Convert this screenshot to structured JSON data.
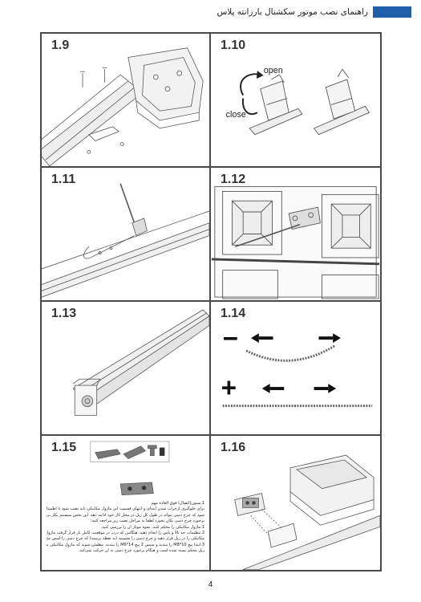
{
  "header": {
    "title": "راهنمای نصب موتور سکشنال بارزانته پلاس",
    "accent_color": "#1f5fa9"
  },
  "steps": [
    {
      "label": "1.9"
    },
    {
      "label": "1.10",
      "open_text": "open",
      "close_text": "close"
    },
    {
      "label": "1.11"
    },
    {
      "label": "1.12"
    },
    {
      "label": "1.13"
    },
    {
      "label": "1.14",
      "minus_text": "−",
      "plus_text": "+"
    },
    {
      "label": "1.15"
    },
    {
      "label": "1.16"
    }
  ],
  "note": {
    "lines": [
      "1.ستون(اتصال) فوق العاده مهم",
      "برای جلوگیری ازخراب شدن ابتدای و انتهای قسمت این ماژول مکانیکی باید نصب شود تا اطمینان حاصل",
      "شود که چرخ دسی بتواند در طول کل ریل در محل کار خود ادامه دهد. این بخش سیستم بکار برده شده که ماژول",
      "برخورد چرخ دسی نکان بخورد لطفاً به مراحل نصب زیر مراجعه کنید:",
      "1.ماژول مکانیکی را محکم کنید. نحوه موتاژ آن را بررسی کنید.",
      "2.تنظیمات حد بالا و پایین را انجام دهید. هنگامی که درب در موقعیت کامل باز قرار گرفت ماژول",
      "مکانیکی را در ریل قرار دهید و چرخ دسی را بچسبید (به نقطه برسید) که چرخ دسی را لمس می‌کند.",
      "3.ابتدا پیچ M8*10 را ببندید و سپس 2 پیچ M6*14 را ببندید. مطمئن شوید که ماژول مکانیکی به",
      "ریل محکم بسته شده است و هنگام برخورد چرخ دسی به آن حرکت نمی‌کند."
    ]
  },
  "page_number": "4"
}
